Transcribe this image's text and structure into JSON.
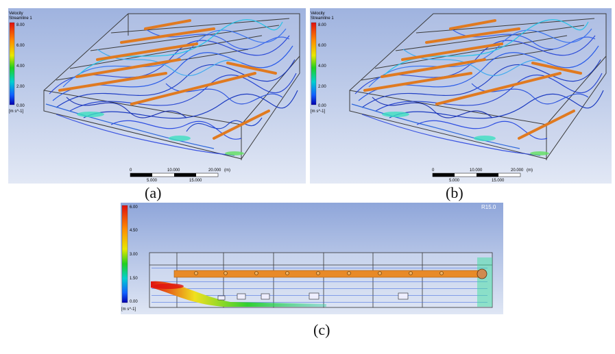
{
  "panel_a": {
    "legend_title_1": "Velocity",
    "legend_title_2": "Streamline 1",
    "ticks": [
      "8.00",
      "6.00",
      "4.00",
      "2.00",
      "0.00"
    ],
    "unit": "[m s^-1]",
    "scale_top": [
      "0",
      "10.000",
      "20.000",
      "(m)"
    ],
    "scale_bottom": [
      "5.000",
      "15.000"
    ],
    "caption": "(a)"
  },
  "panel_b": {
    "legend_title_1": "Velocity",
    "legend_title_2": "Streamline 1",
    "ticks": [
      "8.00",
      "6.00",
      "4.00",
      "2.00",
      "0.00"
    ],
    "unit": "[m s^-1]",
    "scale_top": [
      "0",
      "10.000",
      "20.000",
      "(m)"
    ],
    "scale_bottom": [
      "5.000",
      "15.000"
    ],
    "caption": "(b)"
  },
  "panel_c": {
    "ticks": [
      "6.00",
      "4.50",
      "3.00",
      "1.50",
      "0.00"
    ],
    "unit": "[m s^-1]",
    "version": "R15.0",
    "caption": "(c)"
  }
}
